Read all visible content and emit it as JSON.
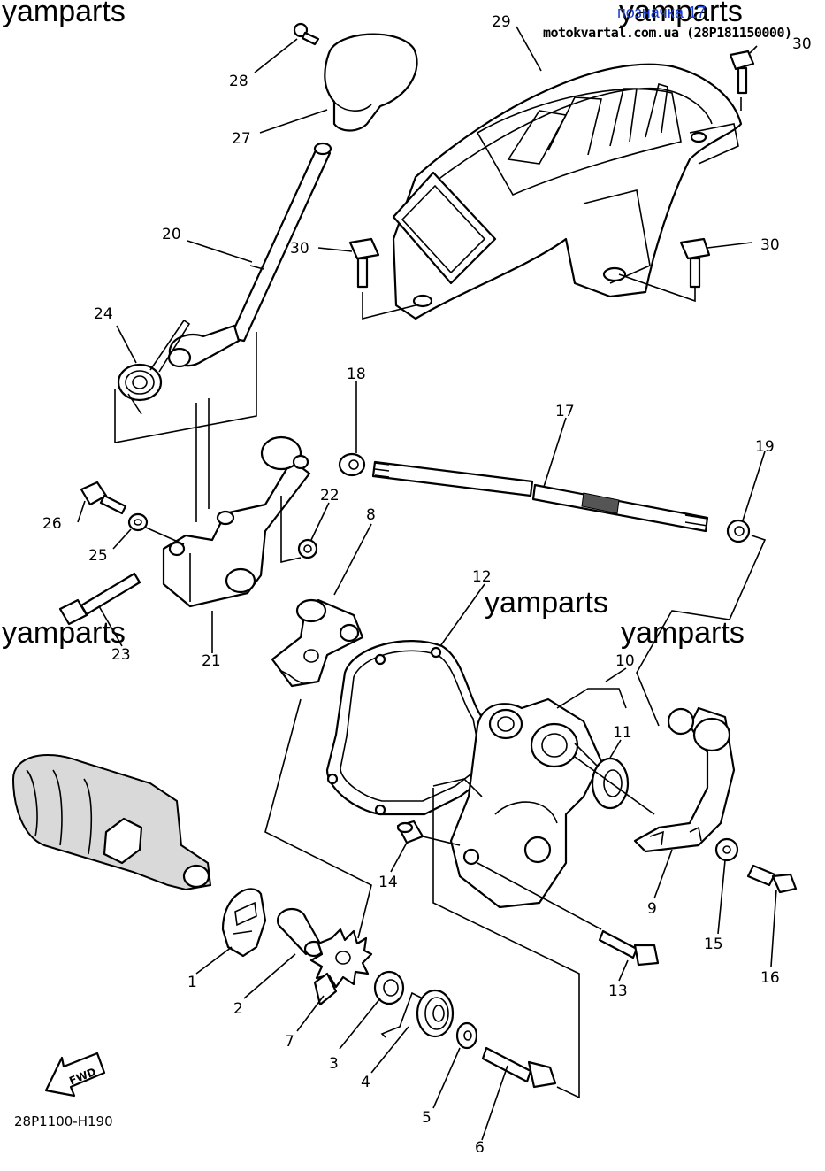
{
  "header": {
    "link_text": "позначка 17",
    "site_text": "motokvartal.com.ua (28P181150000)"
  },
  "watermarks": [
    "yamparts",
    "yamparts",
    "yamparts",
    "yamparts",
    "yamparts"
  ],
  "diagram_code": "28P1100-H190",
  "fwd_label": "FWD",
  "callouts": {
    "c1": "1",
    "c2": "2",
    "c3": "3",
    "c4": "4",
    "c5": "5",
    "c6": "6",
    "c7": "7",
    "c8": "8",
    "c9": "9",
    "c10": "10",
    "c11": "11",
    "c12": "12",
    "c13": "13",
    "c14": "14",
    "c15": "15",
    "c16": "16",
    "c17": "17",
    "c18": "18",
    "c19": "19",
    "c20": "20",
    "c21": "21",
    "c22": "22",
    "c23": "23",
    "c24": "24",
    "c25": "25",
    "c26": "26",
    "c27": "27",
    "c28": "28",
    "c29": "29",
    "c30a": "30",
    "c30b": "30",
    "c30c": "30"
  }
}
